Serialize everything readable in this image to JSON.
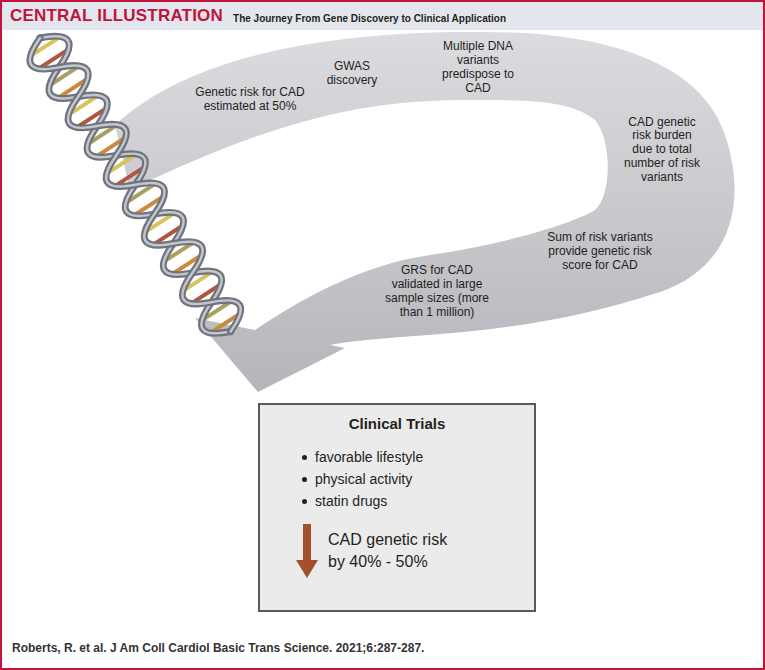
{
  "diagram": {
    "title": "CENTRAL ILLUSTRATION",
    "caption": "Roberts, R. et al. J Am Coll Cardiol Basic Trans Science. 2021;6:287-287.",
    "nodes": [
      {
        "text": [
          "Clinical Trials",
          "favorable lifestyle",
          "physical activity",
          "statin drugs",
          "CAD genetic risk by 40% - 50%"
        ]
      }
    ],
    "labels": [
      "The Journey From Gene Discovery to Clinical Application",
      "Genetic risk for CAD estimated at 50%",
      "GWAS discovery",
      "Multiple DNA variants predispose to CAD",
      "CAD genetic risk burden due to total number of risk variants",
      "Sum of risk variants provide genetic risk score for CAD",
      "GRS for CAD validated in large sample sizes (more than 1 million)"
    ]
  }
}
